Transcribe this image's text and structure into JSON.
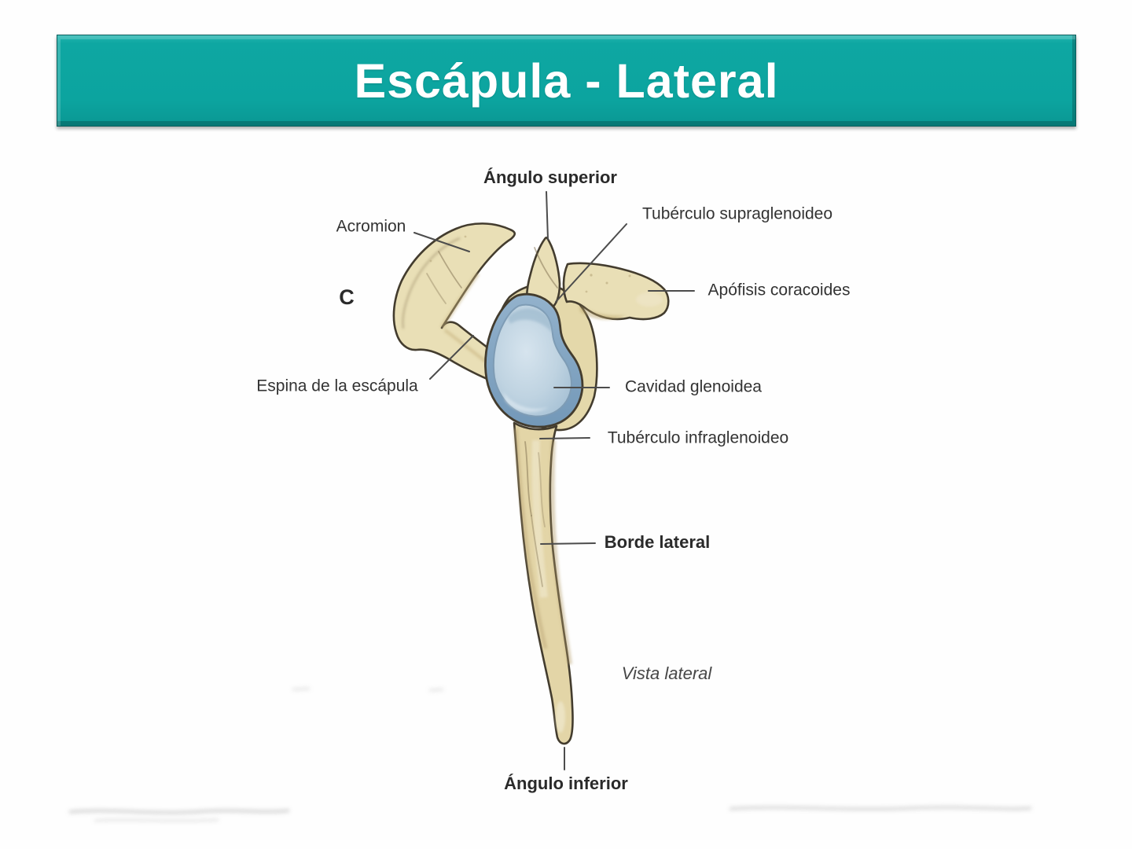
{
  "slide": {
    "title": "Escápula - Lateral",
    "figure_letter": "C",
    "view_caption": "Vista lateral"
  },
  "labels": [
    {
      "id": "angulo-superior",
      "text": "Ángulo superior",
      "emphasis": "bold"
    },
    {
      "id": "acromion",
      "text": "Acromion",
      "emphasis": "normal"
    },
    {
      "id": "tuberculo-supraglenoideo",
      "text": "Tubérculo supraglenoideo",
      "emphasis": "normal"
    },
    {
      "id": "apofisis-coracoides",
      "text": "Apófisis coracoides",
      "emphasis": "normal"
    },
    {
      "id": "espina-de-la-escapula",
      "text": "Espina de la escápula",
      "emphasis": "normal"
    },
    {
      "id": "cavidad-glenoidea",
      "text": "Cavidad glenoidea",
      "emphasis": "normal"
    },
    {
      "id": "tuberculo-infraglenoideo",
      "text": "Tubérculo infraglenoideo",
      "emphasis": "normal"
    },
    {
      "id": "borde-lateral",
      "text": "Borde lateral",
      "emphasis": "bold"
    },
    {
      "id": "angulo-inferior",
      "text": "Ángulo inferior",
      "emphasis": "bold"
    }
  ],
  "colors": {
    "banner_teal": "#0ea7a2",
    "banner_bevel_light": "#23b5b0",
    "banner_bevel_dark": "#0a9793",
    "banner_border": "#0b5e5c",
    "title_text": "#ffffff",
    "bone_fill": "#e9dfb6",
    "bone_shadow": "#c0aa74",
    "bone_outline": "#433c2e",
    "glenoid_rim": "#86a8c4",
    "glenoid_fill_light": "#d6e4ee",
    "glenoid_fill_dark": "#a9c3d7",
    "label_text": "#333333",
    "leader_line": "#4c4c4c"
  }
}
